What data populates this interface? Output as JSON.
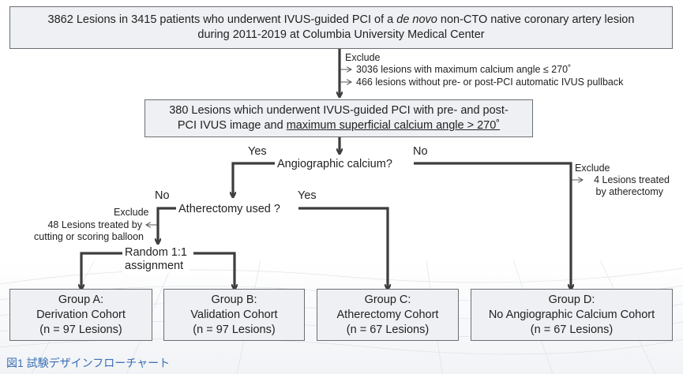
{
  "top_box": {
    "line1_pre": "3862 Lesions in 3415 patients who underwent IVUS-guided PCI of a ",
    "line1_em": "de novo",
    "line1_post": " non-CTO native coronary artery lesion",
    "line2": "during 2011-2019 at Columbia University Medical Center"
  },
  "exclude1": {
    "title": "Exclude",
    "item1": "3036 lesions with maximum calcium angle ≤ 270˚",
    "item2": "466 lesions without pre- or post-PCI automatic IVUS pullback"
  },
  "second_box": {
    "line1": "380 Lesions which underwent IVUS-guided PCI with pre- and post-",
    "line2_pre": "PCI IVUS image and ",
    "line2_ul": "maximum superficial calcium angle > 270˚"
  },
  "angio": {
    "question": "Angiographic calcium?",
    "yes": "Yes",
    "no": "No"
  },
  "exclude_right": {
    "title": "Exclude",
    "line1": "4 Lesions treated",
    "line2": "by atherectomy"
  },
  "athero": {
    "question": "Atherectomy used ?",
    "yes": "Yes",
    "no": "No"
  },
  "exclude_left": {
    "title": "Exclude",
    "line1": "48 Lesions treated by",
    "line2": "cutting or scoring balloon"
  },
  "random": {
    "line1": "Random 1:1",
    "line2": "assignment"
  },
  "groups": [
    {
      "title": "Group A:",
      "subtitle": "Derivation Cohort",
      "n": "(n = 97 Lesions)"
    },
    {
      "title": "Group B:",
      "subtitle": "Validation Cohort",
      "n": "(n = 97 Lesions)"
    },
    {
      "title": "Group C:",
      "subtitle": "Atherectomy Cohort",
      "n": "(n = 67 Lesions)"
    },
    {
      "title": "Group D:",
      "subtitle": "No Angiographic Calcium Cohort",
      "n": "(n = 67 Lesions)"
    }
  ],
  "caption": "図1 試験デザインフローチャート",
  "colors": {
    "arrow": "#3d3d3d",
    "box_fill": "#eef0f3",
    "box_border": "#6b6e72",
    "caption": "#3b6fb6"
  }
}
